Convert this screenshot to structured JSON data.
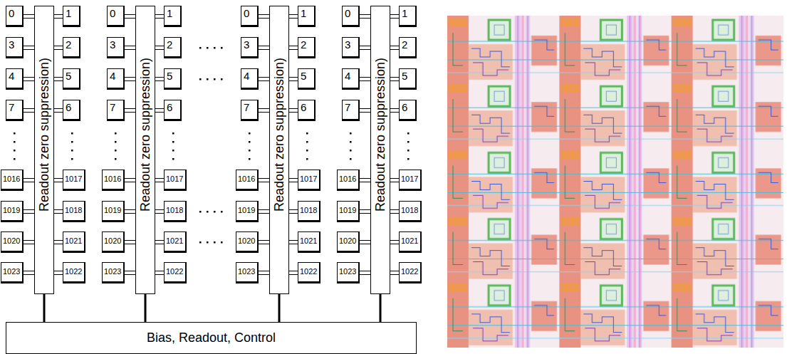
{
  "diagram": {
    "nodes": [
      {
        "text": [
          "Readout zero suppression)"
        ]
      },
      {
        "text": [
          "0"
        ]
      },
      {
        "text": [
          "1"
        ]
      },
      {
        "text": [
          "3"
        ]
      },
      {
        "text": [
          "2"
        ]
      },
      {
        "text": [
          "4"
        ]
      },
      {
        "text": [
          "5"
        ]
      },
      {
        "text": [
          "7"
        ]
      },
      {
        "text": [
          "6"
        ]
      },
      {
        "text": [
          "1016"
        ]
      },
      {
        "text": [
          "1017"
        ]
      },
      {
        "text": [
          "1019"
        ]
      },
      {
        "text": [
          "1018"
        ]
      },
      {
        "text": [
          "1020"
        ]
      },
      {
        "text": [
          "1021"
        ]
      },
      {
        "text": [
          "1023"
        ]
      },
      {
        "text": [
          "1022"
        ]
      },
      {
        "text": [
          "Readout zero suppression)"
        ]
      },
      {
        "text": [
          "0"
        ]
      },
      {
        "text": [
          "1"
        ]
      },
      {
        "text": [
          "3"
        ]
      },
      {
        "text": [
          "2"
        ]
      },
      {
        "text": [
          "4"
        ]
      },
      {
        "text": [
          "5"
        ]
      },
      {
        "text": [
          "7"
        ]
      },
      {
        "text": [
          "6"
        ]
      },
      {
        "text": [
          "1016"
        ]
      },
      {
        "text": [
          "1017"
        ]
      },
      {
        "text": [
          "1019"
        ]
      },
      {
        "text": [
          "1018"
        ]
      },
      {
        "text": [
          "1020"
        ]
      },
      {
        "text": [
          "1021"
        ]
      },
      {
        "text": [
          "1023"
        ]
      },
      {
        "text": [
          "1022"
        ]
      },
      {
        "text": [
          "Readout zero suppression)"
        ]
      },
      {
        "text": [
          "0"
        ]
      },
      {
        "text": [
          "1"
        ]
      },
      {
        "text": [
          "3"
        ]
      },
      {
        "text": [
          "2"
        ]
      },
      {
        "text": [
          "4"
        ]
      },
      {
        "text": [
          "5"
        ]
      },
      {
        "text": [
          "7"
        ]
      },
      {
        "text": [
          "6"
        ]
      },
      {
        "text": [
          "1016"
        ]
      },
      {
        "text": [
          "1017"
        ]
      },
      {
        "text": [
          "1019"
        ]
      },
      {
        "text": [
          "1018"
        ]
      },
      {
        "text": [
          "1020"
        ]
      },
      {
        "text": [
          "1021"
        ]
      },
      {
        "text": [
          "1023"
        ]
      },
      {
        "text": [
          "1022"
        ]
      },
      {
        "text": [
          "Readout zero suppression)"
        ]
      },
      {
        "text": [
          "0"
        ]
      },
      {
        "text": [
          "1"
        ]
      },
      {
        "text": [
          "3"
        ]
      },
      {
        "text": [
          "2"
        ]
      },
      {
        "text": [
          "4"
        ]
      },
      {
        "text": [
          "5"
        ]
      },
      {
        "text": [
          "7"
        ]
      },
      {
        "text": [
          "6"
        ]
      },
      {
        "text": [
          "1016"
        ]
      },
      {
        "text": [
          "1017"
        ]
      },
      {
        "text": [
          "1019"
        ]
      },
      {
        "text": [
          "1018"
        ]
      },
      {
        "text": [
          "1020"
        ]
      },
      {
        "text": [
          "1021"
        ]
      },
      {
        "text": [
          "1023"
        ]
      },
      {
        "text": [
          "1022"
        ]
      },
      {
        "text": [
          "Bias, Readout, Control"
        ]
      }
    ],
    "edges": [
      {
        "from": 1,
        "to": 0,
        "arrow": "none"
      },
      {
        "from": 2,
        "to": 0,
        "arrow": "none"
      },
      {
        "from": 3,
        "to": 0,
        "arrow": "none"
      },
      {
        "from": 4,
        "to": 0,
        "arrow": "none"
      },
      {
        "from": 5,
        "to": 0,
        "arrow": "none"
      },
      {
        "from": 6,
        "to": 0,
        "arrow": "none"
      },
      {
        "from": 7,
        "to": 0,
        "arrow": "none"
      },
      {
        "from": 8,
        "to": 0,
        "arrow": "none"
      },
      {
        "from": 9,
        "to": 0,
        "arrow": "none"
      },
      {
        "from": 10,
        "to": 0,
        "arrow": "none"
      },
      {
        "from": 11,
        "to": 0,
        "arrow": "none"
      },
      {
        "from": 12,
        "to": 0,
        "arrow": "none"
      },
      {
        "from": 13,
        "to": 0,
        "arrow": "none"
      },
      {
        "from": 14,
        "to": 0,
        "arrow": "none"
      },
      {
        "from": 15,
        "to": 0,
        "arrow": "none"
      },
      {
        "from": 16,
        "to": 0,
        "arrow": "none"
      },
      {
        "from": 18,
        "to": 17,
        "arrow": "none"
      },
      {
        "from": 19,
        "to": 17,
        "arrow": "none"
      },
      {
        "from": 20,
        "to": 17,
        "arrow": "none"
      },
      {
        "from": 21,
        "to": 17,
        "arrow": "none"
      },
      {
        "from": 22,
        "to": 17,
        "arrow": "none"
      },
      {
        "from": 23,
        "to": 17,
        "arrow": "none"
      },
      {
        "from": 24,
        "to": 17,
        "arrow": "none"
      },
      {
        "from": 25,
        "to": 17,
        "arrow": "none"
      },
      {
        "from": 26,
        "to": 17,
        "arrow": "none"
      },
      {
        "from": 27,
        "to": 17,
        "arrow": "none"
      },
      {
        "from": 28,
        "to": 17,
        "arrow": "none"
      },
      {
        "from": 29,
        "to": 17,
        "arrow": "none"
      },
      {
        "from": 30,
        "to": 17,
        "arrow": "none"
      },
      {
        "from": 31,
        "to": 17,
        "arrow": "none"
      },
      {
        "from": 32,
        "to": 17,
        "arrow": "none"
      },
      {
        "from": 33,
        "to": 17,
        "arrow": "none"
      },
      {
        "from": 35,
        "to": 34,
        "arrow": "none"
      },
      {
        "from": 36,
        "to": 34,
        "arrow": "none"
      },
      {
        "from": 37,
        "to": 34,
        "arrow": "none"
      },
      {
        "from": 38,
        "to": 34,
        "arrow": "none"
      },
      {
        "from": 39,
        "to": 34,
        "arrow": "none"
      },
      {
        "from": 40,
        "to": 34,
        "arrow": "none"
      },
      {
        "from": 41,
        "to": 34,
        "arrow": "none"
      },
      {
        "from": 42,
        "to": 34,
        "arrow": "none"
      },
      {
        "from": 43,
        "to": 34,
        "arrow": "none"
      },
      {
        "from": 44,
        "to": 34,
        "arrow": "none"
      },
      {
        "from": 45,
        "to": 34,
        "arrow": "none"
      },
      {
        "from": 46,
        "to": 34,
        "arrow": "none"
      },
      {
        "from": 47,
        "to": 34,
        "arrow": "none"
      },
      {
        "from": 48,
        "to": 34,
        "arrow": "none"
      },
      {
        "from": 49,
        "to": 34,
        "arrow": "none"
      },
      {
        "from": 50,
        "to": 34,
        "arrow": "none"
      },
      {
        "from": 52,
        "to": 51,
        "arrow": "none"
      },
      {
        "from": 53,
        "to": 51,
        "arrow": "none"
      },
      {
        "from": 54,
        "to": 51,
        "arrow": "none"
      },
      {
        "from": 55,
        "to": 51,
        "arrow": "none"
      },
      {
        "from": 56,
        "to": 51,
        "arrow": "none"
      },
      {
        "from": 57,
        "to": 51,
        "arrow": "none"
      },
      {
        "from": 58,
        "to": 51,
        "arrow": "none"
      },
      {
        "from": 59,
        "to": 51,
        "arrow": "none"
      },
      {
        "from": 60,
        "to": 51,
        "arrow": "none"
      },
      {
        "from": 61,
        "to": 51,
        "arrow": "none"
      },
      {
        "from": 62,
        "to": 51,
        "arrow": "none"
      },
      {
        "from": 63,
        "to": 51,
        "arrow": "none"
      },
      {
        "from": 64,
        "to": 51,
        "arrow": "none"
      },
      {
        "from": 65,
        "to": 51,
        "arrow": "none"
      },
      {
        "from": 66,
        "to": 51,
        "arrow": "none"
      },
      {
        "from": 67,
        "to": 51,
        "arrow": "none"
      },
      {
        "from": 0,
        "to": 68,
        "arrow": "none"
      },
      {
        "from": 17,
        "to": 68,
        "arrow": "none"
      },
      {
        "from": 34,
        "to": 68,
        "arrow": "none"
      },
      {
        "from": 51,
        "to": 68,
        "arrow": "none"
      }
    ]
  }
}
